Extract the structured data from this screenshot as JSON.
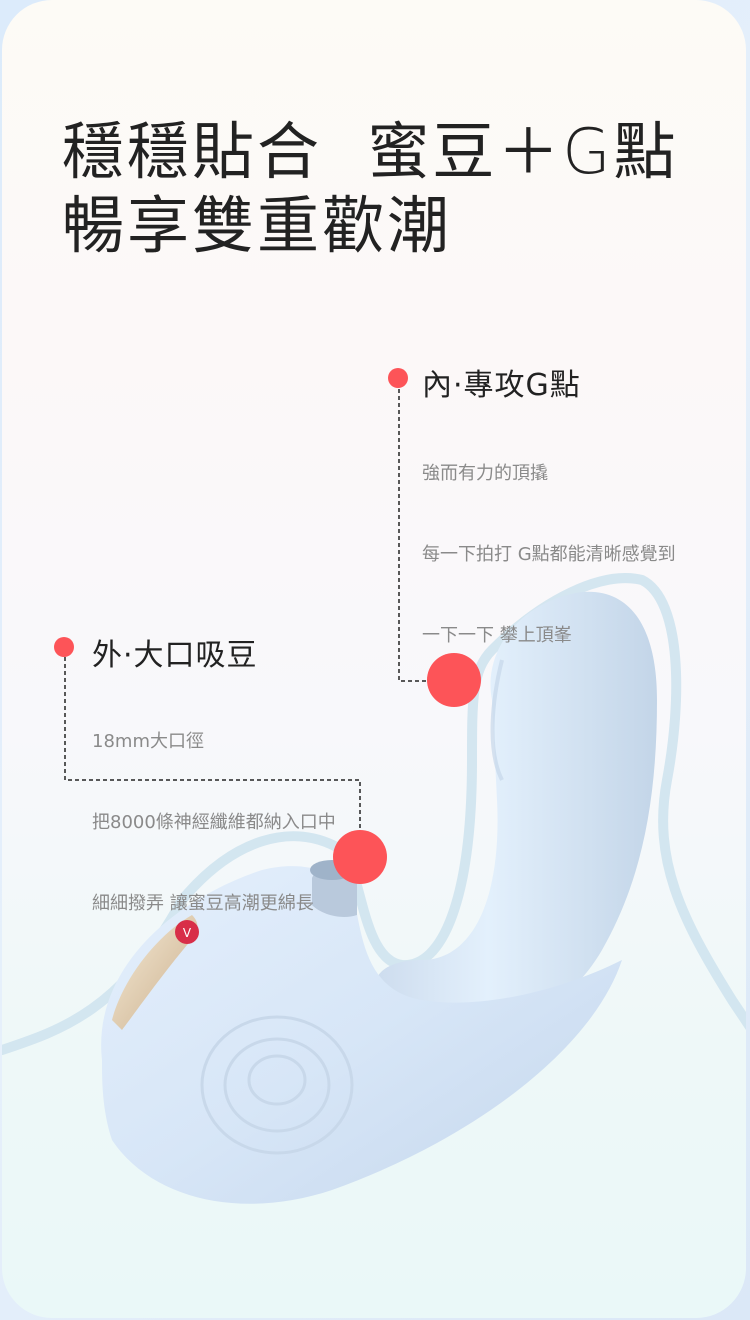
{
  "headline": {
    "line1": "穩穩貼合  蜜豆＋G點",
    "line2": "暢享雙重歡潮"
  },
  "callouts": [
    {
      "id": "inner",
      "title": "內·專攻G點",
      "lines": [
        "強而有力的頂撬",
        "每一下拍打 G點都能清晰感覺到",
        "一下一下 攀上頂峯"
      ]
    },
    {
      "id": "outer",
      "title": "外·大口吸豆",
      "lines": [
        "18mm大口徑",
        "把8000條神經纖維都納入口中",
        "細細撥弄 讓蜜豆高潮更綿長"
      ]
    }
  ],
  "colors": {
    "accent_red": "#fd5458",
    "product_blue": "#dbe8f7",
    "outline_blue": "#cfe3ee",
    "text_dark": "#222222",
    "text_gray": "#8a8a8a"
  }
}
